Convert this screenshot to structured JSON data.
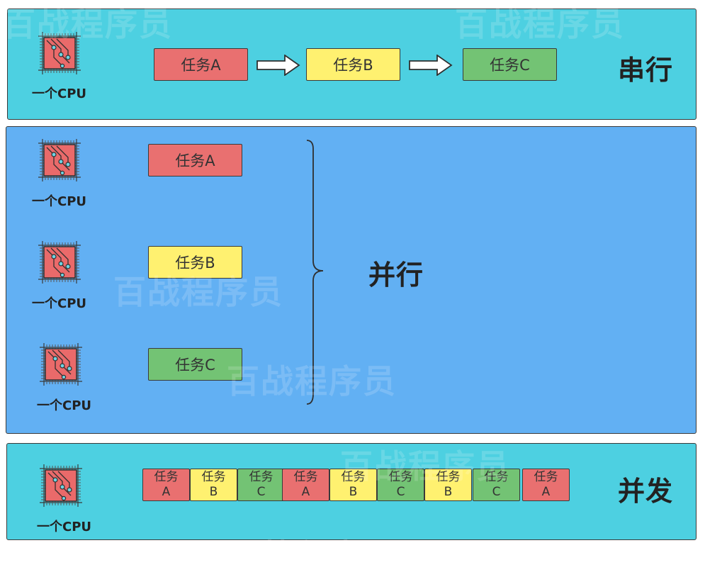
{
  "watermark": "百战程序员",
  "cpu_label": "一个CPU",
  "serial": {
    "title": "串行",
    "tasks": [
      "任务A",
      "任务B",
      "任务C"
    ]
  },
  "parallel": {
    "title": "并行",
    "tasks": [
      "任务A",
      "任务B",
      "任务C"
    ]
  },
  "concurrent": {
    "title": "并发",
    "slices": [
      {
        "line1": "任务",
        "line2": "A"
      },
      {
        "line1": "任务",
        "line2": "B"
      },
      {
        "line1": "任务",
        "line2": "C"
      },
      {
        "line1": "任务",
        "line2": "A"
      },
      {
        "line1": "任务",
        "line2": "B"
      },
      {
        "line1": "任务",
        "line2": "C"
      },
      {
        "line1": "任务",
        "line2": "B"
      },
      {
        "line1": "任务",
        "line2": "C"
      },
      {
        "line1": "任务",
        "line2": "A"
      }
    ]
  },
  "colors": {
    "task_a": "#e97070",
    "task_b": "#fff170",
    "task_c": "#73c374",
    "serial_bg": "#4dd0e1",
    "parallel_bg": "#62b0f3",
    "concurrent_bg": "#4dd0e1"
  },
  "icons": {
    "cpu": "cpu-chip-icon",
    "arrow": "right-arrow-icon",
    "brace": "right-curly-brace"
  }
}
